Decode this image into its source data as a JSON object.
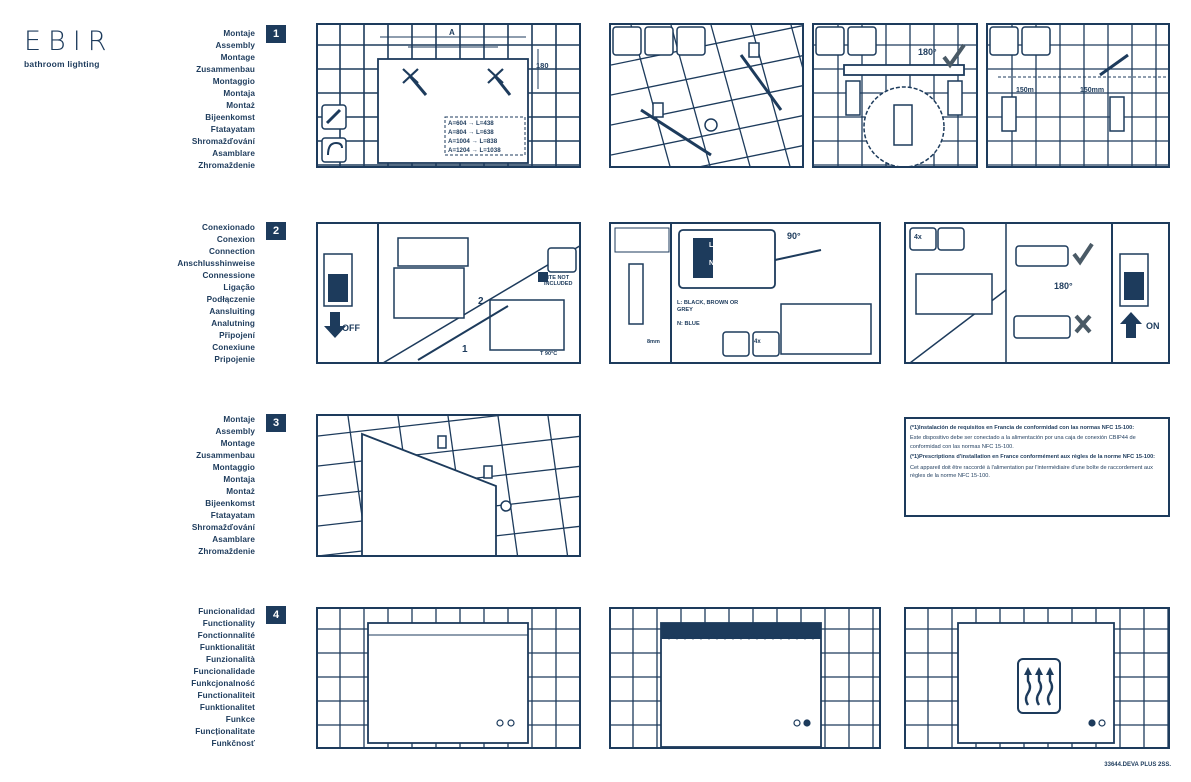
{
  "brand": {
    "name": "EBIR",
    "tagline": "bathroom lighting"
  },
  "steps": [
    {
      "number": "1",
      "labels": [
        "Montaje",
        "Assembly",
        "Montage",
        "Zusammenbau",
        "Montaggio",
        "Montaja",
        "Montaż",
        "Bijeenkomst",
        "Ftatayatam",
        "Shromažďování",
        "Asamblare",
        "Zhromaždenie"
      ]
    },
    {
      "number": "2",
      "labels": [
        "Conexionado",
        "Conexion",
        "Connection",
        "Anschlusshinweise",
        "Connessione",
        "Ligação",
        "Podłączenie",
        "Aansluiting",
        "Analutning",
        "Připojení",
        "Conexiune",
        "Pripojenie"
      ]
    },
    {
      "number": "3",
      "labels": [
        "Montaje",
        "Assembly",
        "Montage",
        "Zusammenbau",
        "Montaggio",
        "Montaja",
        "Montaż",
        "Bijeenkomst",
        "Ftatayatam",
        "Shromažďování",
        "Asamblare",
        "Zhromaždenie"
      ]
    },
    {
      "number": "4",
      "labels": [
        "Funcionalidad",
        "Functionality",
        "Fonctionnalité",
        "Funktionalität",
        "Funzionalità",
        "Funcionalidade",
        "Funkcjonalność",
        "Functionaliteit",
        "Funktionalitet",
        "Funkce",
        "Funcționalitate",
        "Funkčnosť"
      ]
    }
  ],
  "step1": {
    "dim_a": "A",
    "dim_h": "180",
    "sizes": [
      "A=604 → L=438",
      "A=804 → L=638",
      "A=1004 → L=838",
      "A=1204 → L=1038"
    ],
    "angle": "180°",
    "offset_left": "150m",
    "offset_right": "150mm"
  },
  "step2": {
    "off_label": "OFF",
    "on_label": "ON",
    "t_label": "T",
    "not_included": "LITE NOT INCLUDED",
    "temp": "T 90°C",
    "num_1": "1",
    "num_2": "2",
    "angle_90": "90°",
    "strip_len": "8mm",
    "wires": [
      "L: BLACK, BROWN OR GREY",
      "N: BLUE"
    ],
    "terminal_l": "L",
    "terminal_n": "N",
    "qty_4x": "4x",
    "angle_180": "180°"
  },
  "notes": [
    "(*1)Instalación de requisitos en Francia de conformidad con las normas NFC 15-100:",
    "Este dispositivo debe ser conectado a la alimentación por una caja de conexión CBIP44 de conformidad con las normas NFC 15-100.",
    "(*1)Prescriptions d'installation en France conformément aux règles de la norme NFC 15-100:",
    "Cet appareil doit être raccordé à l'alimentation par l'intermédiaire d'une boîte de raccordement aux règles de la norme NFC 15-100."
  ],
  "footer": "33644.DEVA PLUS 2SS."
}
